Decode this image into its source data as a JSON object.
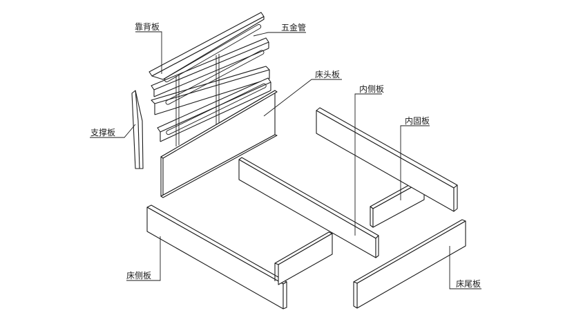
{
  "labels": {
    "backrest": "靠背板",
    "metal_tube": "五金管",
    "support": "支撑板",
    "headboard": "床头板",
    "inner_side": "内侧板",
    "inner_fixed": "内固板",
    "bed_side": "床侧板",
    "footboard": "床尾板"
  },
  "colors": {
    "line": "#1a1a1a",
    "background": "#ffffff"
  }
}
